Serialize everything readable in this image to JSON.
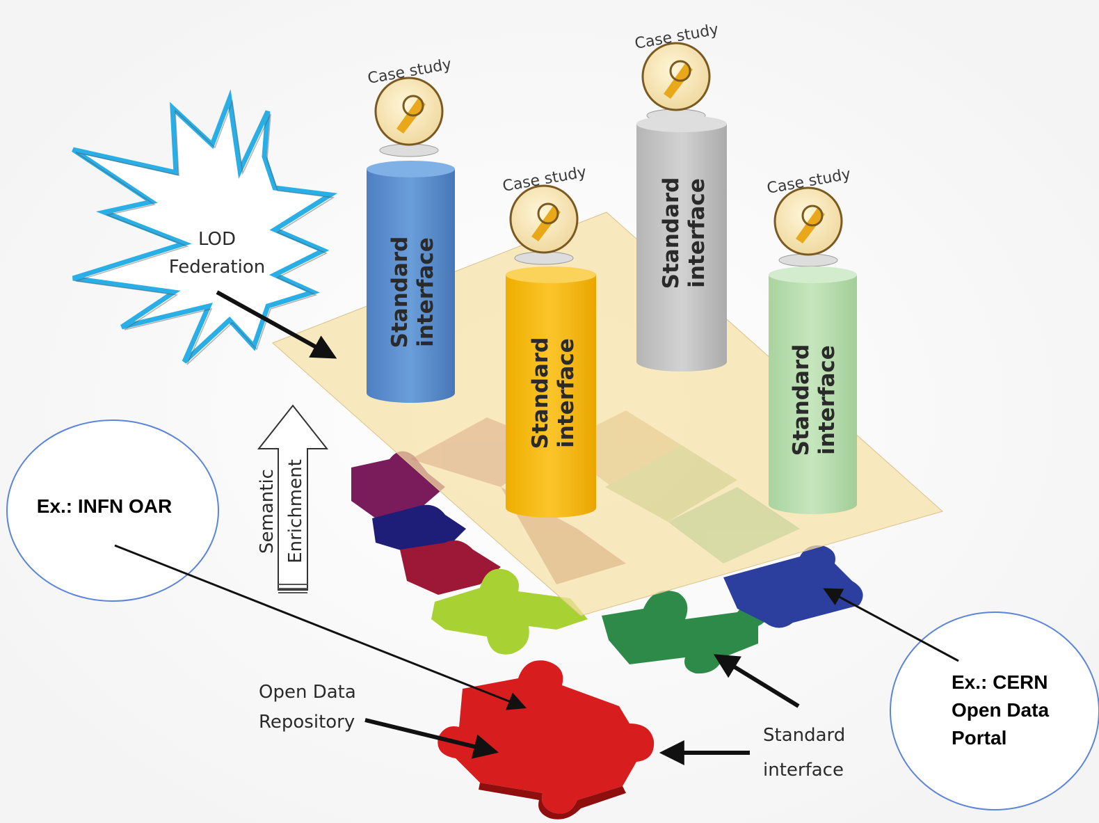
{
  "lod_label": [
    "LOD",
    "Federation"
  ],
  "semantic_label": [
    "Semantic",
    "Enrichment"
  ],
  "case_study_label": "Case study",
  "pillar_label": [
    "Standard",
    "interface"
  ],
  "open_data_label": [
    "Open Data",
    "Repository"
  ],
  "standard_interface_bottom": [
    "Standard",
    "interface"
  ],
  "infn_label": "Ex.: INFN OAR",
  "cern_label": [
    "Ex.: CERN",
    "Open Data",
    "Portal"
  ],
  "colors": {
    "blue_pillar": "#5b8ecd",
    "orange_pillar": "#f6b90d",
    "gray_pillar": "#c3c3c3",
    "green_pillar": "#b9dcb0",
    "plane": "#f6e1a6",
    "starburst_outline": "#2aaee6",
    "callout_outline": "#5c84d8",
    "red_piece": "#d71d1d"
  }
}
